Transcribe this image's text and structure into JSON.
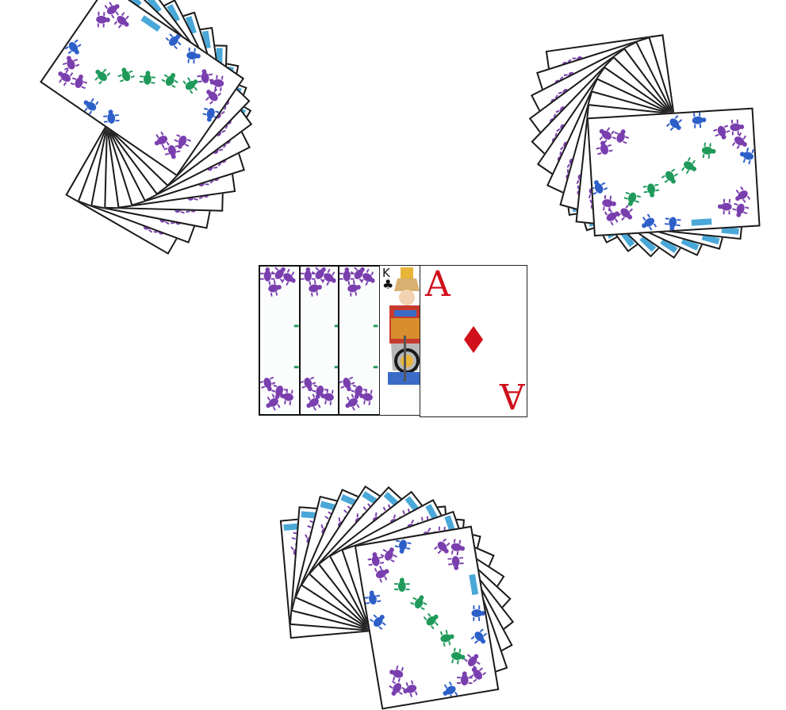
{
  "game": "card-game-table",
  "card_back": {
    "bug_colors": {
      "purple": "#7a3fae",
      "green": "#1f9a5a",
      "blue": "#2d5fc9"
    },
    "stripe_color": "#4aa8d8"
  },
  "hands": [
    {
      "id": "left-player-hand",
      "cards": 10,
      "face": "down"
    },
    {
      "id": "right-player-hand",
      "cards": 10,
      "face": "down"
    },
    {
      "id": "bottom-player-hand",
      "cards": 10,
      "face": "down"
    }
  ],
  "center": {
    "face_down_cards": 3,
    "king": {
      "rank": "K",
      "suit": "♣"
    },
    "ace": {
      "rank": "A",
      "suit": "♦",
      "rank_rotated": "A"
    }
  }
}
